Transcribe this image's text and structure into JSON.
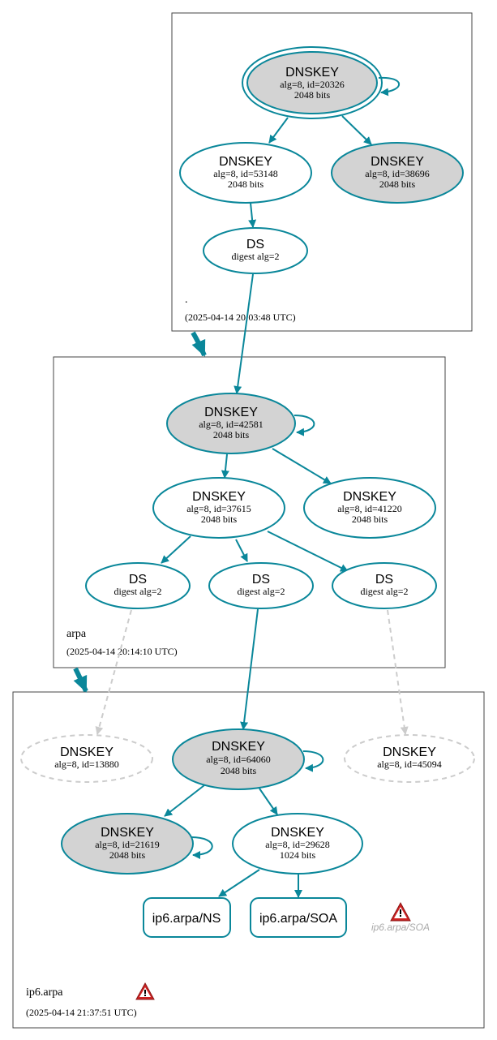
{
  "zones": {
    "root": {
      "name": ".",
      "timestamp": "(2025-04-14 20:03:48 UTC)"
    },
    "arpa": {
      "name": "arpa",
      "timestamp": "(2025-04-14 20:14:10 UTC)"
    },
    "ip6": {
      "name": "ip6.arpa",
      "timestamp": "(2025-04-14 21:37:51 UTC)"
    }
  },
  "nodes": {
    "root_ksk": {
      "title": "DNSKEY",
      "line1": "alg=8, id=20326",
      "line2": "2048 bits"
    },
    "root_zsk1": {
      "title": "DNSKEY",
      "line1": "alg=8, id=53148",
      "line2": "2048 bits"
    },
    "root_zsk2": {
      "title": "DNSKEY",
      "line1": "alg=8, id=38696",
      "line2": "2048 bits"
    },
    "arpa_ds": {
      "title": "DS",
      "line1": "digest alg=2"
    },
    "arpa_ksk": {
      "title": "DNSKEY",
      "line1": "alg=8, id=42581",
      "line2": "2048 bits"
    },
    "arpa_zsk1": {
      "title": "DNSKEY",
      "line1": "alg=8, id=37615",
      "line2": "2048 bits"
    },
    "arpa_zsk2": {
      "title": "DNSKEY",
      "line1": "alg=8, id=41220",
      "line2": "2048 bits"
    },
    "ip6_ds1": {
      "title": "DS",
      "line1": "digest alg=2"
    },
    "ip6_ds2": {
      "title": "DS",
      "line1": "digest alg=2"
    },
    "ip6_ds3": {
      "title": "DS",
      "line1": "digest alg=2"
    },
    "ip6_missing1": {
      "title": "DNSKEY",
      "line1": "alg=8, id=13880"
    },
    "ip6_ksk": {
      "title": "DNSKEY",
      "line1": "alg=8, id=64060",
      "line2": "2048 bits"
    },
    "ip6_missing2": {
      "title": "DNSKEY",
      "line1": "alg=8, id=45094"
    },
    "ip6_zsk1": {
      "title": "DNSKEY",
      "line1": "alg=8, id=21619",
      "line2": "2048 bits"
    },
    "ip6_zsk2": {
      "title": "DNSKEY",
      "line1": "alg=8, id=29628",
      "line2": "1024 bits"
    }
  },
  "rrsets": {
    "ns": {
      "label": "ip6.arpa/NS"
    },
    "soa": {
      "label": "ip6.arpa/SOA"
    },
    "soa_warning": {
      "label": "ip6.arpa/SOA"
    }
  },
  "colors": {
    "edge": "#0a879a",
    "filled_node": "#d3d3d3",
    "missing": "#cccccc",
    "warning": "#cc2222"
  }
}
